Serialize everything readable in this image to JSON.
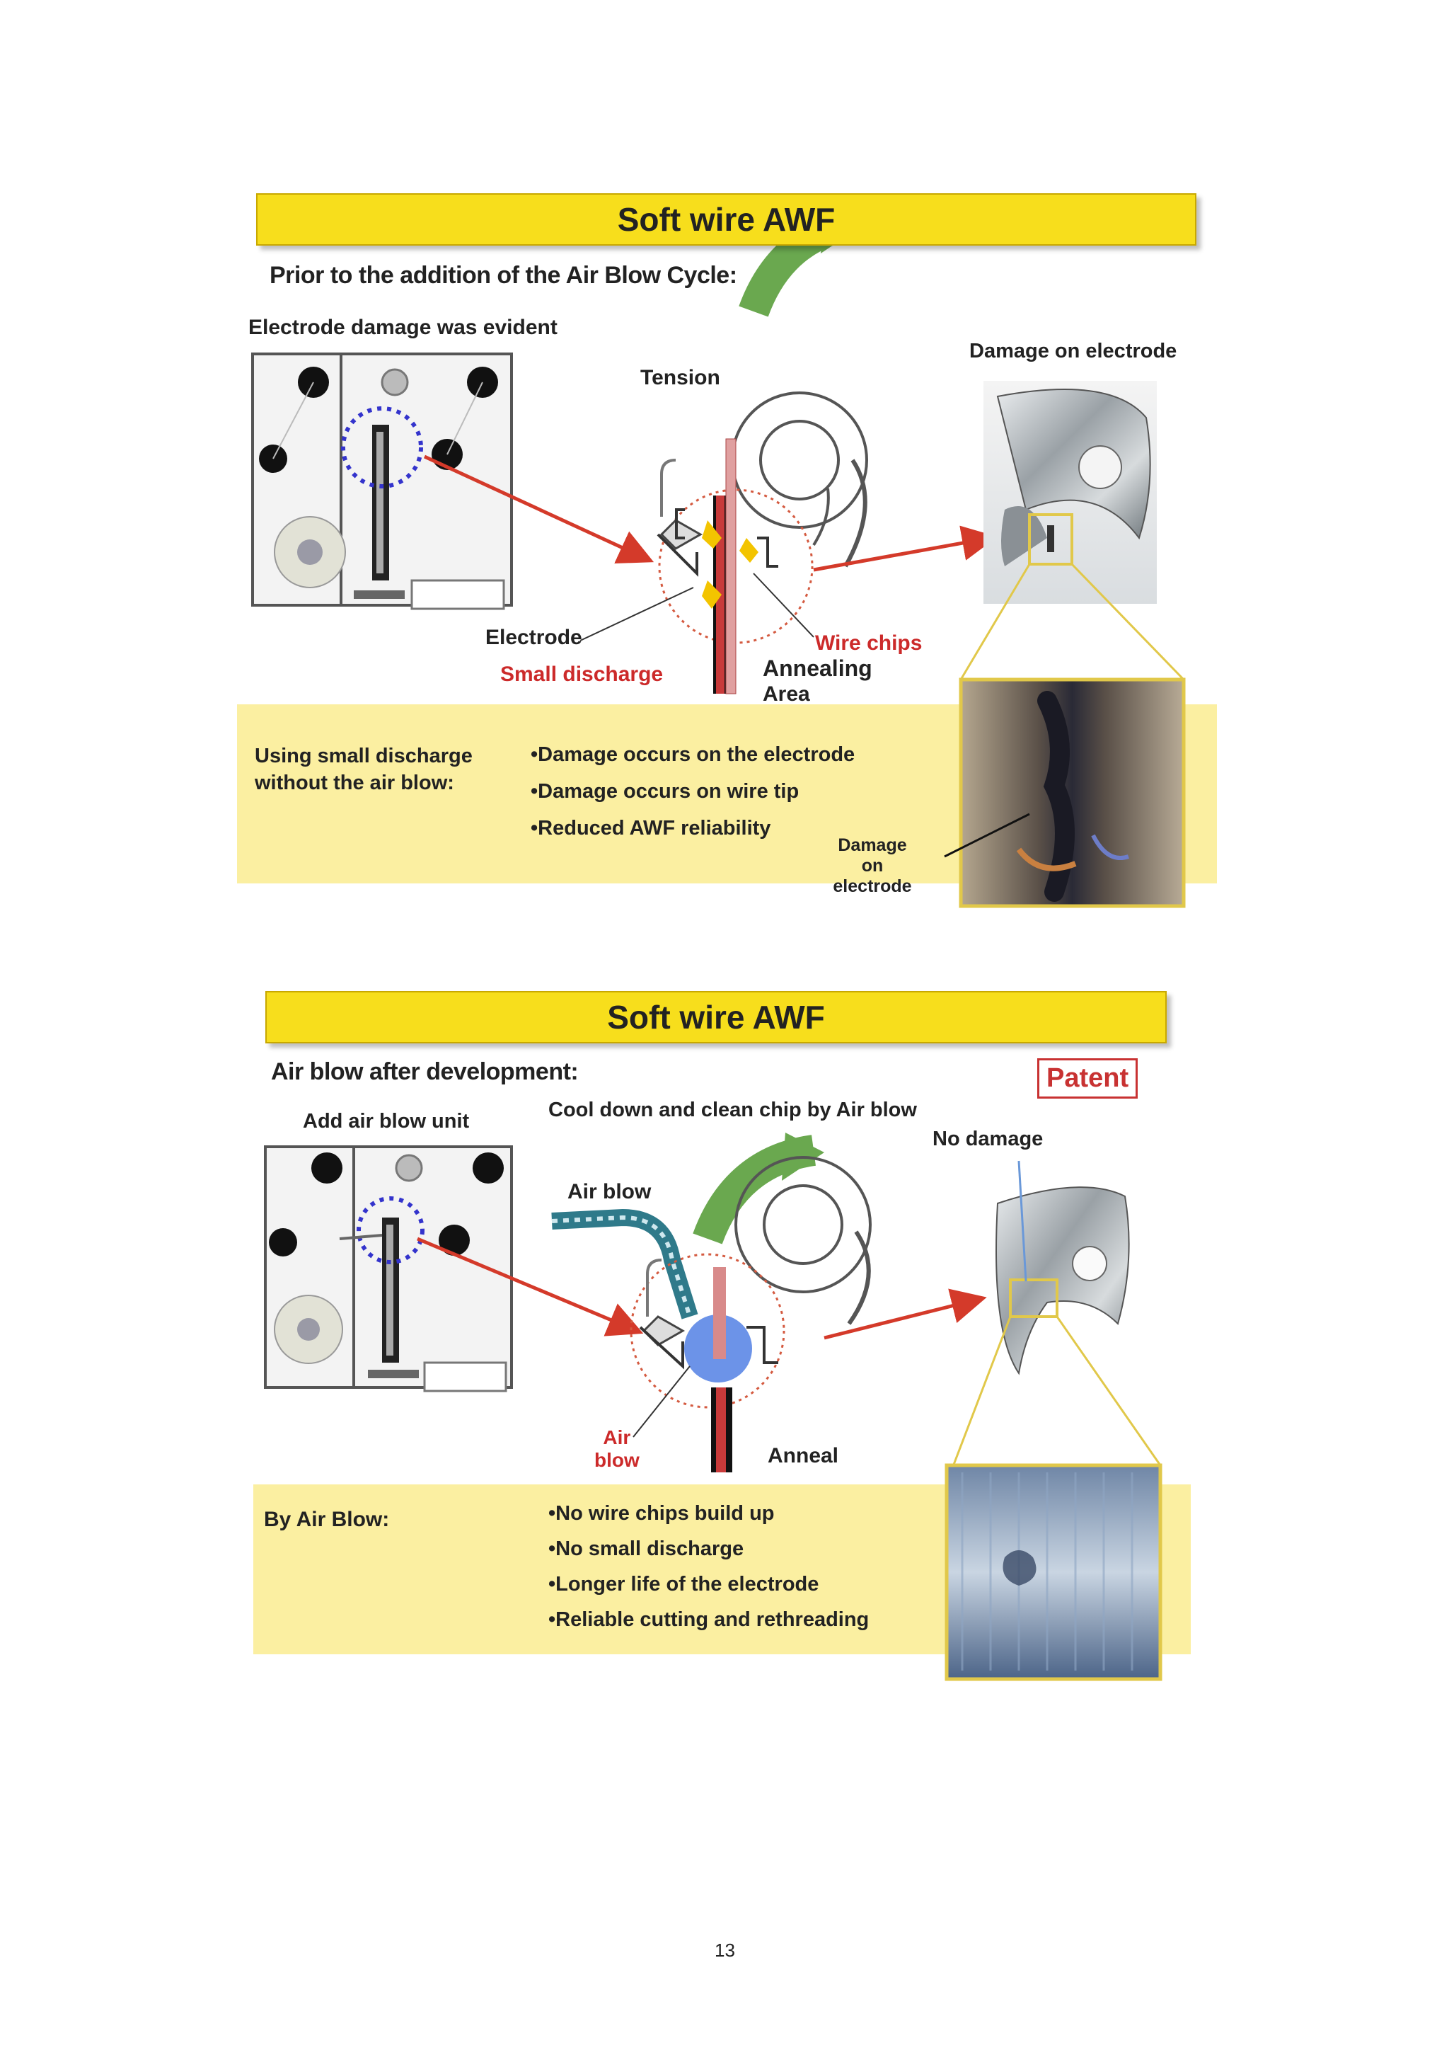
{
  "panel1": {
    "title": "Soft wire AWF",
    "subtitle": "Prior to the addition of the Air Blow Cycle:",
    "left_caption": "Electrode damage was evident",
    "right_caption": "Damage on electrode",
    "labels": {
      "tension": "Tension",
      "electrode": "Electrode",
      "small_discharge": "Small discharge",
      "wire_chips": "Wire chips",
      "annealing": "Annealing",
      "area": "Area",
      "damage_on": "Damage on",
      "electrode_word": "electrode"
    },
    "band_title_line1": "Using small discharge",
    "band_title_line2": "without the air blow:",
    "bullets": [
      "Damage occurs on the electrode",
      "Damage occurs on wire tip",
      "Reduced AWF reliability"
    ]
  },
  "panel2": {
    "title": "Soft wire AWF",
    "subtitle": "Air blow after development:",
    "patent": "Patent",
    "left_caption": "Add air blow unit",
    "center_caption": "Cool down and clean chip by Air blow",
    "right_caption": "No damage",
    "labels": {
      "air_blow": "Air blow",
      "air": "Air",
      "blow": "blow",
      "anneal": "Anneal"
    },
    "band_title": "By Air Blow:",
    "bullets": [
      "No wire chips build up",
      "No small discharge",
      "Longer life of the electrode",
      "Reliable cutting and rethreading"
    ]
  },
  "page_number": "13",
  "colors": {
    "title_yellow": "#f7de1c",
    "band_yellow": "#fbefa1",
    "accent_red": "#cc2a2a",
    "arrow_green": "#6aa84f",
    "air_blue": "#3b6fe0"
  }
}
